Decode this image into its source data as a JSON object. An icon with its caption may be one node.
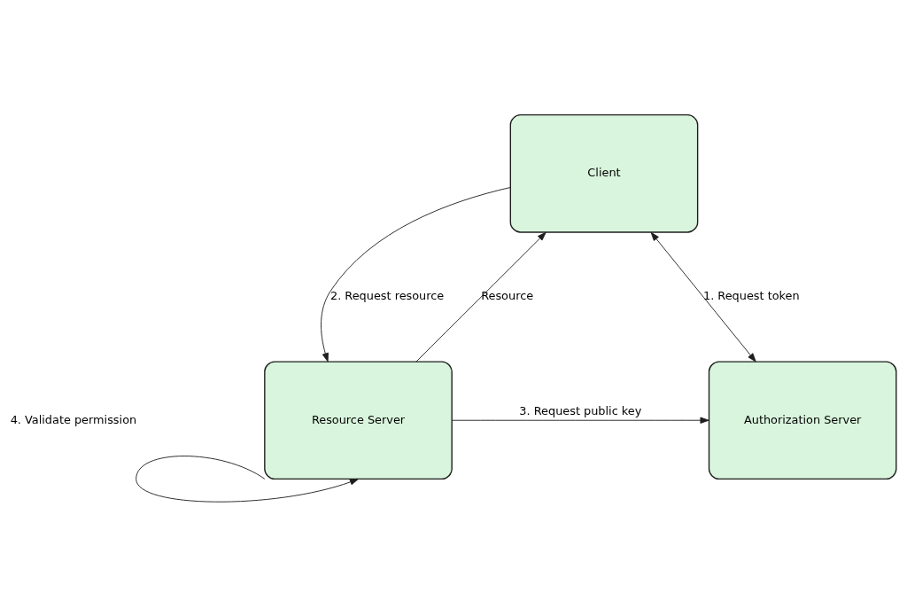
{
  "diagram": {
    "nodes": [
      {
        "text": [
          "Client"
        ]
      },
      {
        "text": [
          "Authorization Server"
        ]
      },
      {
        "text": [
          "Resource Server"
        ]
      }
    ],
    "edges": [
      {
        "from": 1,
        "to": 0,
        "arrow": "both",
        "label": "1. Request token"
      },
      {
        "from": 0,
        "to": 2,
        "arrow": "to",
        "label": "2. Request resource"
      },
      {
        "from": 2,
        "to": 0,
        "arrow": "to",
        "label": "Resource"
      },
      {
        "from": 2,
        "to": 1,
        "arrow": "to",
        "label": "3. Request public key"
      },
      {
        "from": 2,
        "to": 2,
        "arrow": "to",
        "label": "4. Validate permission"
      }
    ]
  }
}
